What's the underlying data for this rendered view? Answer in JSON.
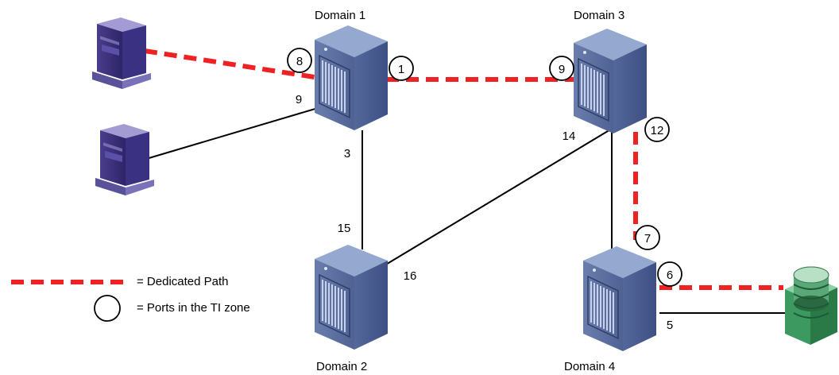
{
  "colors": {
    "dedicated_path": "#ee2222",
    "link": "#000000",
    "switch_front": "#5a6e9c",
    "switch_side": "#4a5d8a",
    "switch_top": "#8ea3cc",
    "host_front": "#3a2f78",
    "host_side": "#2a2160",
    "host_top": "#9a93cc",
    "storage_green": "#3a9a5c"
  },
  "domains": {
    "d1": "Domain 1",
    "d2": "Domain 2",
    "d3": "Domain 3",
    "d4": "Domain 4"
  },
  "ports": {
    "p8": "8",
    "p1": "1",
    "p9a": "9",
    "p3": "3",
    "p9b": "9",
    "p14": "14",
    "p12": "12",
    "p15": "15",
    "p16": "16",
    "p7": "7",
    "p6": "6",
    "p5": "5"
  },
  "legend": {
    "dedicated": "= Dedicated Path",
    "ti_zone": "= Ports in the TI zone"
  }
}
